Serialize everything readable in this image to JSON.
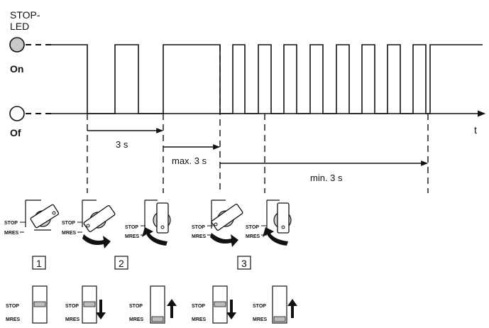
{
  "diagram": {
    "led_title_line1": "STOP-",
    "led_title_line2": "LED",
    "state_on": "On",
    "state_off": "Of",
    "time_axis_label": "t",
    "interval_1": "3 s",
    "interval_2": "max. 3 s",
    "interval_3": "min. 3 s",
    "step_1": "1",
    "step_2": "2",
    "step_3": "3",
    "switch_label_top": "STOP",
    "switch_label_bottom": "MRES",
    "colors": {
      "line": "#111111",
      "led_fill": "#c8c8c8",
      "arrow": "#111111"
    }
  }
}
